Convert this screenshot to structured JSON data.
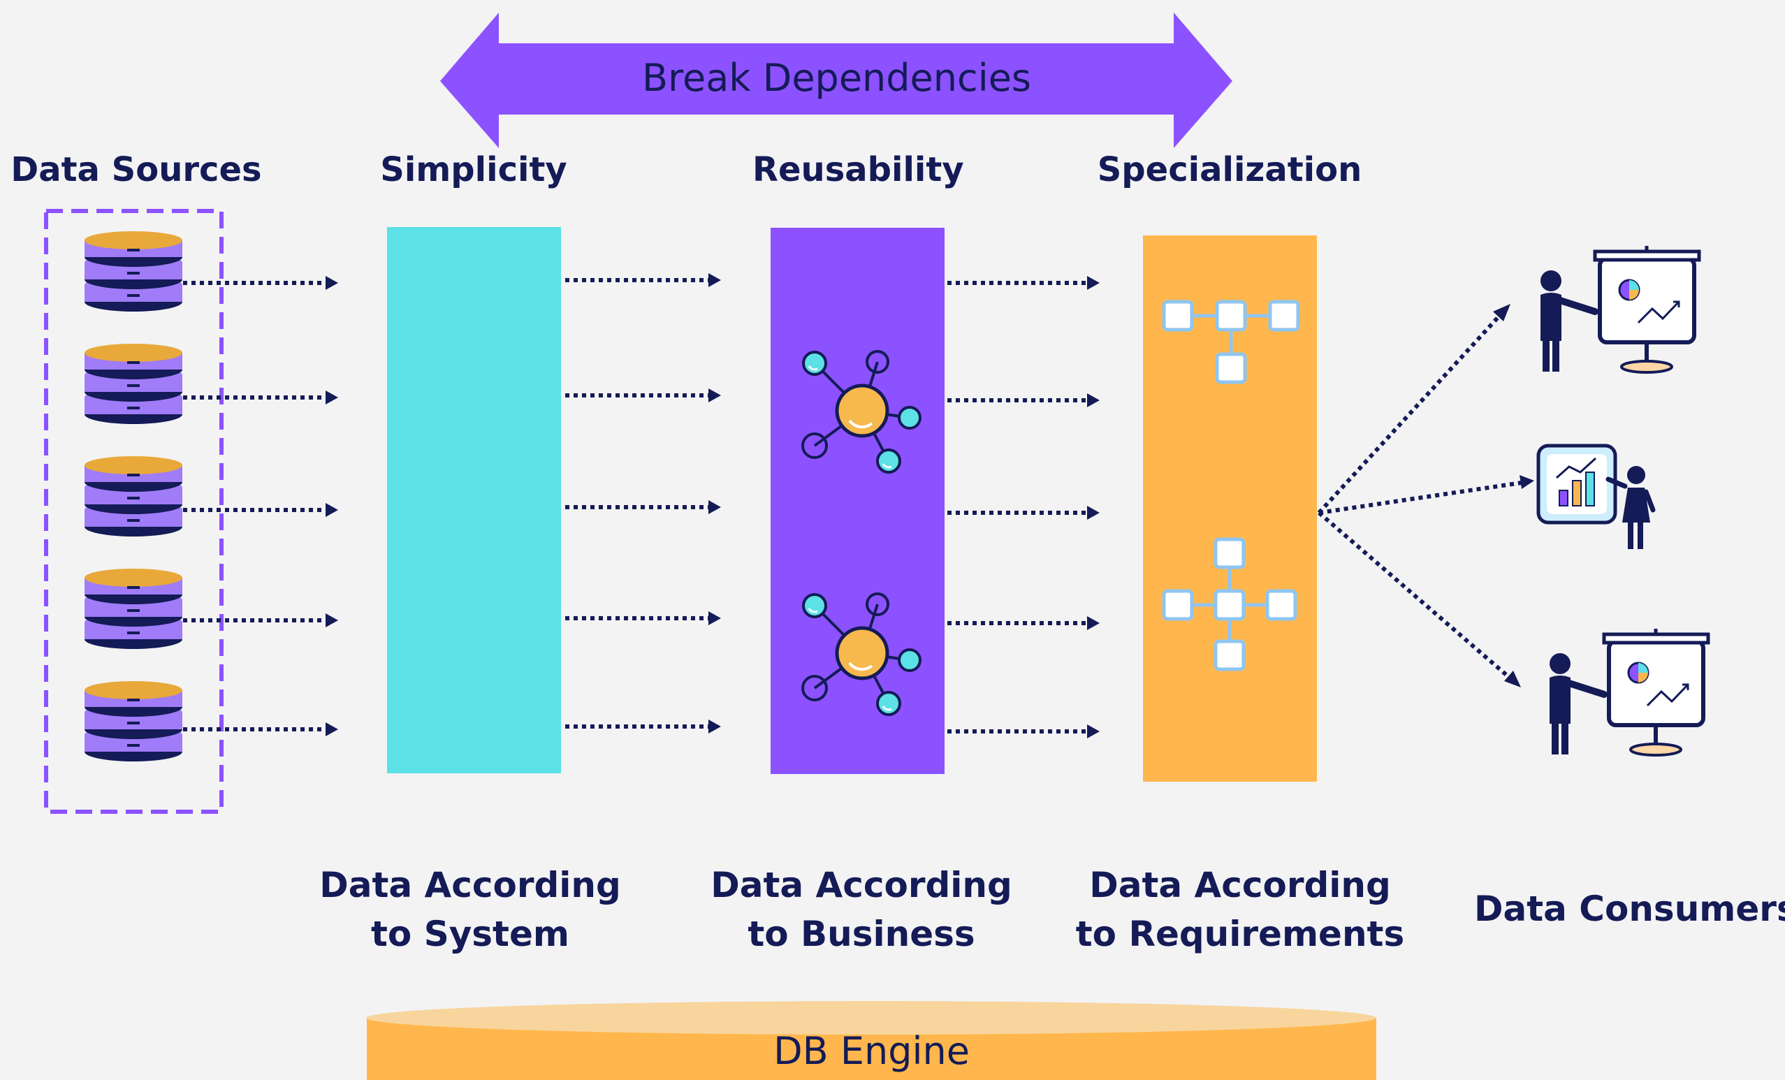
{
  "banner": {
    "label": "Break Dependencies"
  },
  "headers": {
    "sources": "Data Sources",
    "simplicity": "Simplicity",
    "reusability": "Reusability",
    "specialization": "Specialization"
  },
  "footers": {
    "system": {
      "line1": "Data According",
      "line2": "to System"
    },
    "business": {
      "line1": "Data According",
      "line2": "to Business"
    },
    "requirements": {
      "line1": "Data According",
      "line2": "to Requirements"
    },
    "consumers": "Data Consumers"
  },
  "engine": {
    "label": "DB Engine"
  },
  "colors": {
    "background": "#f3f3f4",
    "purple": "#8c52ff",
    "cyan": "#5ce1e6",
    "orange": "#ffb74d",
    "navy": "#141b56"
  },
  "icons": {
    "sources": "database-stack-icon",
    "reusability": "network-node-icon",
    "specialization": "hierarchy-icon",
    "consumers": "presentation-icon"
  }
}
